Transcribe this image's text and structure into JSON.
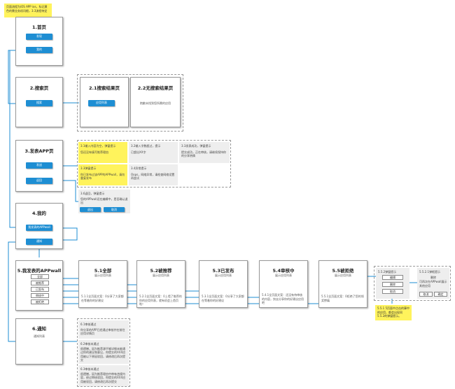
{
  "notes": {
    "top": "页面流程为iOS APP ios，标记黄色的需业务机讯根，3.3流程待定",
    "n551": "5.5.1 5页面中点击的事中的应用，都会出现同5.5.2的弹窗提示。"
  },
  "home": {
    "title": "1.首页",
    "discover": "发现",
    "mine": "我的"
  },
  "search": {
    "title": "2.搜索页",
    "btn": "搜索"
  },
  "search_results": {
    "title": "2.1搜索结果页",
    "btn": "应用列表"
  },
  "search_empty": {
    "title": "2.2无搜索结果页",
    "desc": "抱歉未找到您所需的应用"
  },
  "publish": {
    "title": "3.发表APP页",
    "send": "发送",
    "back": "返回"
  },
  "pub_cells": [
    {
      "title": "3.1输入内容为空，弹窗提示",
      "body": "您还没有填写推荐理由"
    },
    {
      "title": "3.2输入字数超过，提示",
      "body": "已超出XX字"
    },
    {
      "title": "3.3发表成功，弹窗提示",
      "body": "提交成功，正在审核，请继续保持你的分享热情"
    },
    {
      "title": "3.3弹窗提示",
      "body": "你已发布过该APP的APPwall，请勿重复发布"
    },
    {
      "title": "3.4异常提示",
      "body": "Oops，网络异常，请检查网络设置再尝试"
    }
  ],
  "pub_confirm": {
    "title": "3.6返回，弹窗提示",
    "body": "您的APPwall还在编辑中，是否确认退出",
    "ok": "退出",
    "cancel": "取消"
  },
  "mine": {
    "title": "4.我的",
    "my_wall": "我发表的APPwall",
    "notify": "通知"
  },
  "my_wall": {
    "title": "5.我发表的APPwall",
    "tabs": [
      "全部",
      "被推荐",
      "已发布",
      "审核中",
      "被拒绝"
    ]
  },
  "wall_pages": [
    {
      "title": "5.1全部",
      "sub": "展示应用列表",
      "desc": "5.1.1全页面文案：0分享了大家都在等着你的好建议"
    },
    {
      "title": "5.2被推荐",
      "sub": "展示应用列表",
      "desc": "5.2.1全页面文案：0上墙了推荐的你的应用列表，就有机会上首页啦！"
    },
    {
      "title": "5.3已发布",
      "sub": "展示应用列表",
      "desc": "5.3.1全页面文案：0分享了大家都在等着你的好建议"
    },
    {
      "title": "5.4审核中",
      "sub": "展示应用列表",
      "desc": "5.4.1全页面文案：还没有待审核的内容，快去分享你的好建议应用吧"
    },
    {
      "title": "5.5被拒绝",
      "sub": "展示应用列表",
      "desc": "5.5.1全页面文案：0拒绝了您的领奖惨痛"
    }
  ],
  "popup552": {
    "title": "5.5.2弹窗提示",
    "items": [
      "编辑",
      "删除",
      "取消"
    ]
  },
  "popup553": {
    "title": "5.5.2.1弹框提示",
    "line1": "删除",
    "line2": "可再次在APPwall展示其他应用",
    "cancel": "取消",
    "ok": "确定"
  },
  "notice": {
    "title": "6.通知",
    "sub": "通知列表"
  },
  "notice_items": [
    {
      "title": "6.1审核通过",
      "body": "你分享的APP已经通过审核并在前往应用详情页"
    },
    {
      "title": "6.2审核未通过",
      "body": "很遗憾，因为推荐源不够详细未能通过你的建议和意见，你提交的XXX应用被以下原因驳回，请修改后再次提交"
    },
    {
      "title": "6.3审核未通过",
      "body": "很遗憾，因为推荐理由中带有违规内容，经过审核驳回，你提交的XXX应用被驳回，请修改后再次提交"
    }
  ]
}
